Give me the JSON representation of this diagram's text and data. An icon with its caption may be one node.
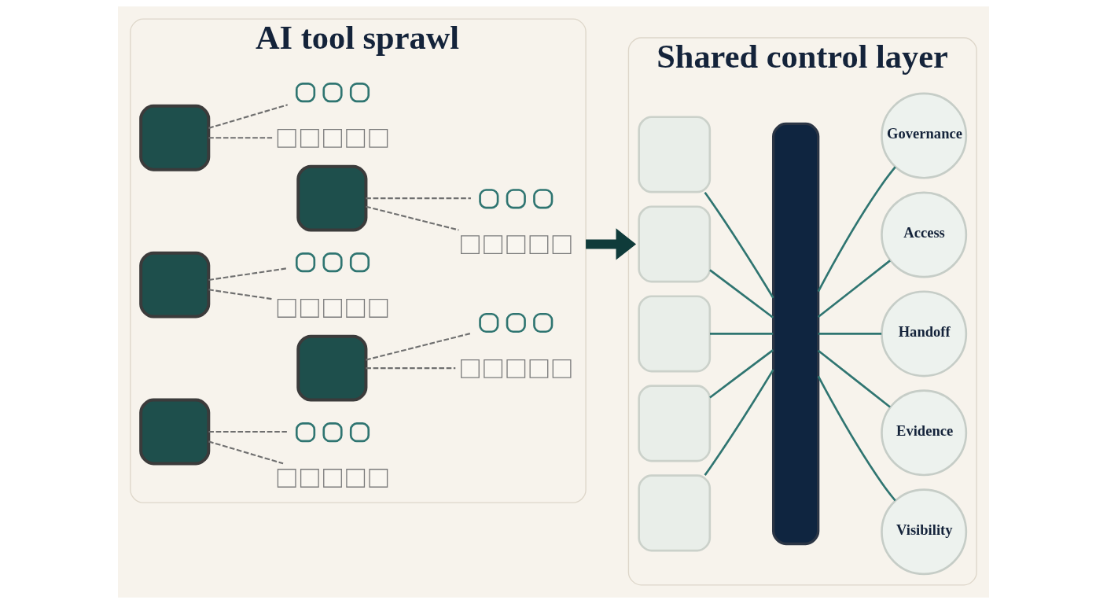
{
  "diagram": {
    "nodes": [
      {
        "text": [
          "AI tool sprawl"
        ]
      },
      {
        "text": [],
        "shape": "box",
        "in": 0
      },
      {
        "text": [],
        "shape": "person",
        "in": 0
      },
      {
        "text": [],
        "shape": "box",
        "in": 0
      },
      {
        "text": [],
        "shape": "box",
        "in": 0
      },
      {
        "text": [],
        "shape": "person",
        "in": 0
      },
      {
        "text": [],
        "shape": "box",
        "in": 0
      },
      {
        "text": [],
        "shape": "box",
        "in": 0
      },
      {
        "text": [],
        "shape": "person",
        "in": 0
      },
      {
        "text": [],
        "shape": "box",
        "in": 0
      },
      {
        "text": [],
        "shape": "box",
        "in": 0
      },
      {
        "text": [],
        "shape": "person",
        "in": 0
      },
      {
        "text": [],
        "shape": "box",
        "in": 0
      },
      {
        "text": [],
        "shape": "box",
        "in": 0
      },
      {
        "text": [],
        "shape": "person",
        "in": 0
      },
      {
        "text": [],
        "shape": "box",
        "in": 0
      },
      {
        "text": [
          "Shared control layer"
        ]
      },
      {
        "text": [],
        "shape": "box",
        "in": 16
      },
      {
        "text": [],
        "shape": "box",
        "in": 16
      },
      {
        "text": [],
        "shape": "box",
        "in": 16
      },
      {
        "text": [],
        "shape": "box",
        "in": 16
      },
      {
        "text": [],
        "shape": "box",
        "in": 16
      },
      {
        "text": [],
        "shape": "bar",
        "in": 16
      },
      {
        "text": [
          "Governance"
        ],
        "in": 16
      },
      {
        "text": [
          "Access"
        ],
        "in": 16
      },
      {
        "text": [
          "Handoff"
        ],
        "in": 16
      },
      {
        "text": [
          "Evidence"
        ],
        "in": 16
      },
      {
        "text": [
          "Visibility"
        ],
        "in": 16
      }
    ],
    "edges": [
      {
        "from": 1,
        "to": 2,
        "arrow": "none",
        "style": "dashed",
        "color": "#6f6f6f"
      },
      {
        "from": 1,
        "to": 3,
        "arrow": "none",
        "style": "dashed",
        "color": "#6f6f6f"
      },
      {
        "from": 4,
        "to": 5,
        "arrow": "none",
        "style": "dashed",
        "color": "#6f6f6f"
      },
      {
        "from": 4,
        "to": 6,
        "arrow": "none",
        "style": "dashed",
        "color": "#6f6f6f"
      },
      {
        "from": 7,
        "to": 8,
        "arrow": "none",
        "style": "dashed",
        "color": "#6f6f6f"
      },
      {
        "from": 7,
        "to": 9,
        "arrow": "none",
        "style": "dashed",
        "color": "#6f6f6f"
      },
      {
        "from": 10,
        "to": 11,
        "arrow": "none",
        "style": "dashed",
        "color": "#6f6f6f"
      },
      {
        "from": 10,
        "to": 12,
        "arrow": "none",
        "style": "dashed",
        "color": "#6f6f6f"
      },
      {
        "from": 13,
        "to": 14,
        "arrow": "none",
        "style": "dashed",
        "color": "#6f6f6f"
      },
      {
        "from": 13,
        "to": 15,
        "arrow": "none",
        "style": "dashed",
        "color": "#6f6f6f"
      },
      {
        "from": 0,
        "to": 16,
        "arrow": "to",
        "style": "thick",
        "color": "#0f3b3a"
      },
      {
        "from": 17,
        "to": 22,
        "arrow": "none"
      },
      {
        "from": 18,
        "to": 22,
        "arrow": "none"
      },
      {
        "from": 19,
        "to": 22,
        "arrow": "none"
      },
      {
        "from": 20,
        "to": 22,
        "arrow": "none"
      },
      {
        "from": 21,
        "to": 22,
        "arrow": "none"
      },
      {
        "from": 22,
        "to": 23,
        "arrow": "none"
      },
      {
        "from": 22,
        "to": 24,
        "arrow": "none"
      },
      {
        "from": 22,
        "to": 25,
        "arrow": "none"
      },
      {
        "from": 22,
        "to": 26,
        "arrow": "none"
      },
      {
        "from": 22,
        "to": 27,
        "arrow": "none"
      }
    ]
  }
}
